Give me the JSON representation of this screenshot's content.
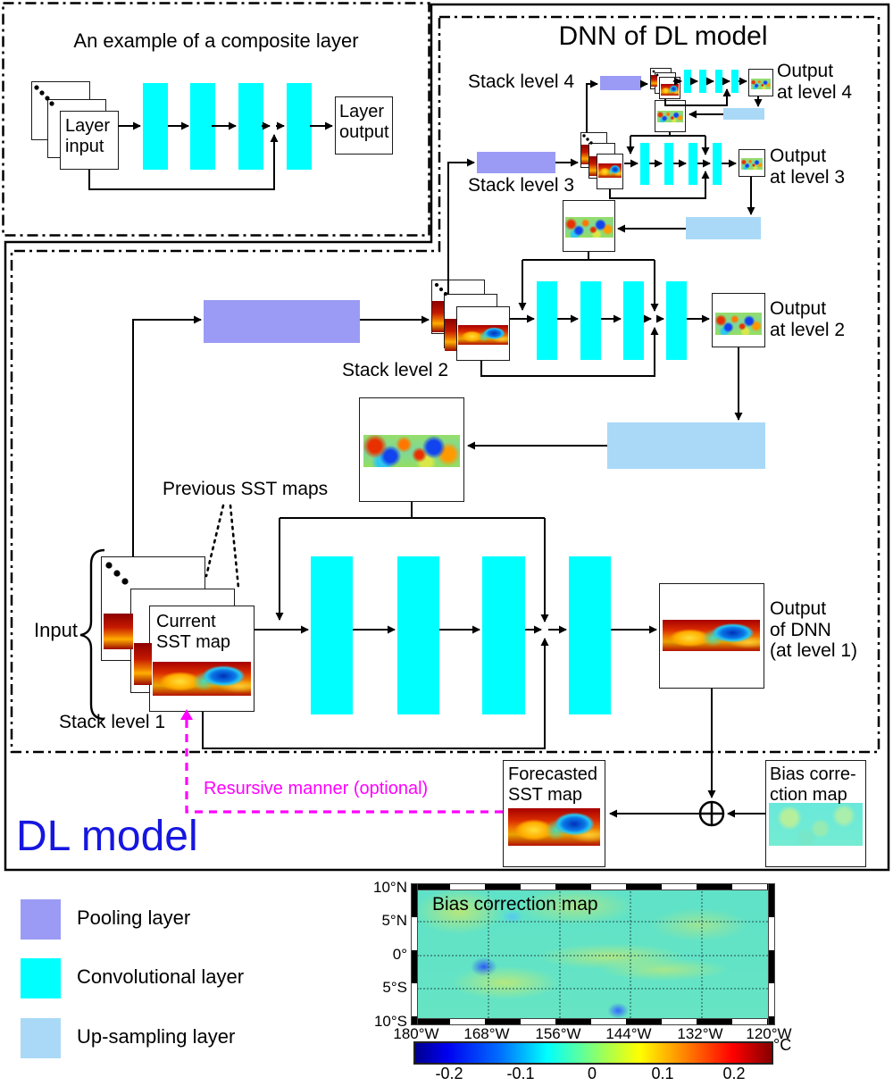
{
  "composite": {
    "title": "An example of a composite layer",
    "layer_input": "Layer\ninput",
    "layer_output": "Layer\noutput"
  },
  "dnn": {
    "title": "DNN of DL model",
    "stack_labels": {
      "l4": "Stack level 4",
      "l3": "Stack level 3",
      "l2": "Stack level 2",
      "l1": "Stack level 1"
    },
    "output_labels": {
      "l4": "Output\nat level 4",
      "l3": "Output\nat level 3",
      "l2": "Output\nat level 2",
      "l1": "Output\nof DNN\n(at level 1)"
    },
    "previous_sst_label": "Previous SST maps",
    "current_sst_label": "Current\nSST map",
    "input_label": "Input"
  },
  "bottom": {
    "forecasted_label": "Forecasted\nSST map",
    "bias_box_label": "Bias corre-\nction map",
    "recursive_label": "Resursive manner (optional)",
    "dl_model_label": "DL model"
  },
  "legend": {
    "pooling": "Pooling layer",
    "convolutional": "Convolutional layer",
    "upsampling": "Up-sampling layer"
  },
  "bias_map": {
    "title": "Bias correction map",
    "y_ticks": [
      "10°N",
      "5°N",
      "0°",
      "5°S",
      "10°S"
    ],
    "x_ticks": [
      "180°W",
      "168°W",
      "156°W",
      "144°W",
      "132°W",
      "120°W"
    ],
    "colorbar_ticks": [
      "-0.2",
      "-0.1",
      "0",
      "0.1",
      "0.2"
    ],
    "colorbar_unit": "°C"
  },
  "colors": {
    "pooling": "#9b9bf5",
    "convolutional": "#00ffff",
    "upsampling": "#a9d9f7",
    "recursive_magenta": "#ff00ff",
    "dl_text_blue": "#1616e0"
  }
}
